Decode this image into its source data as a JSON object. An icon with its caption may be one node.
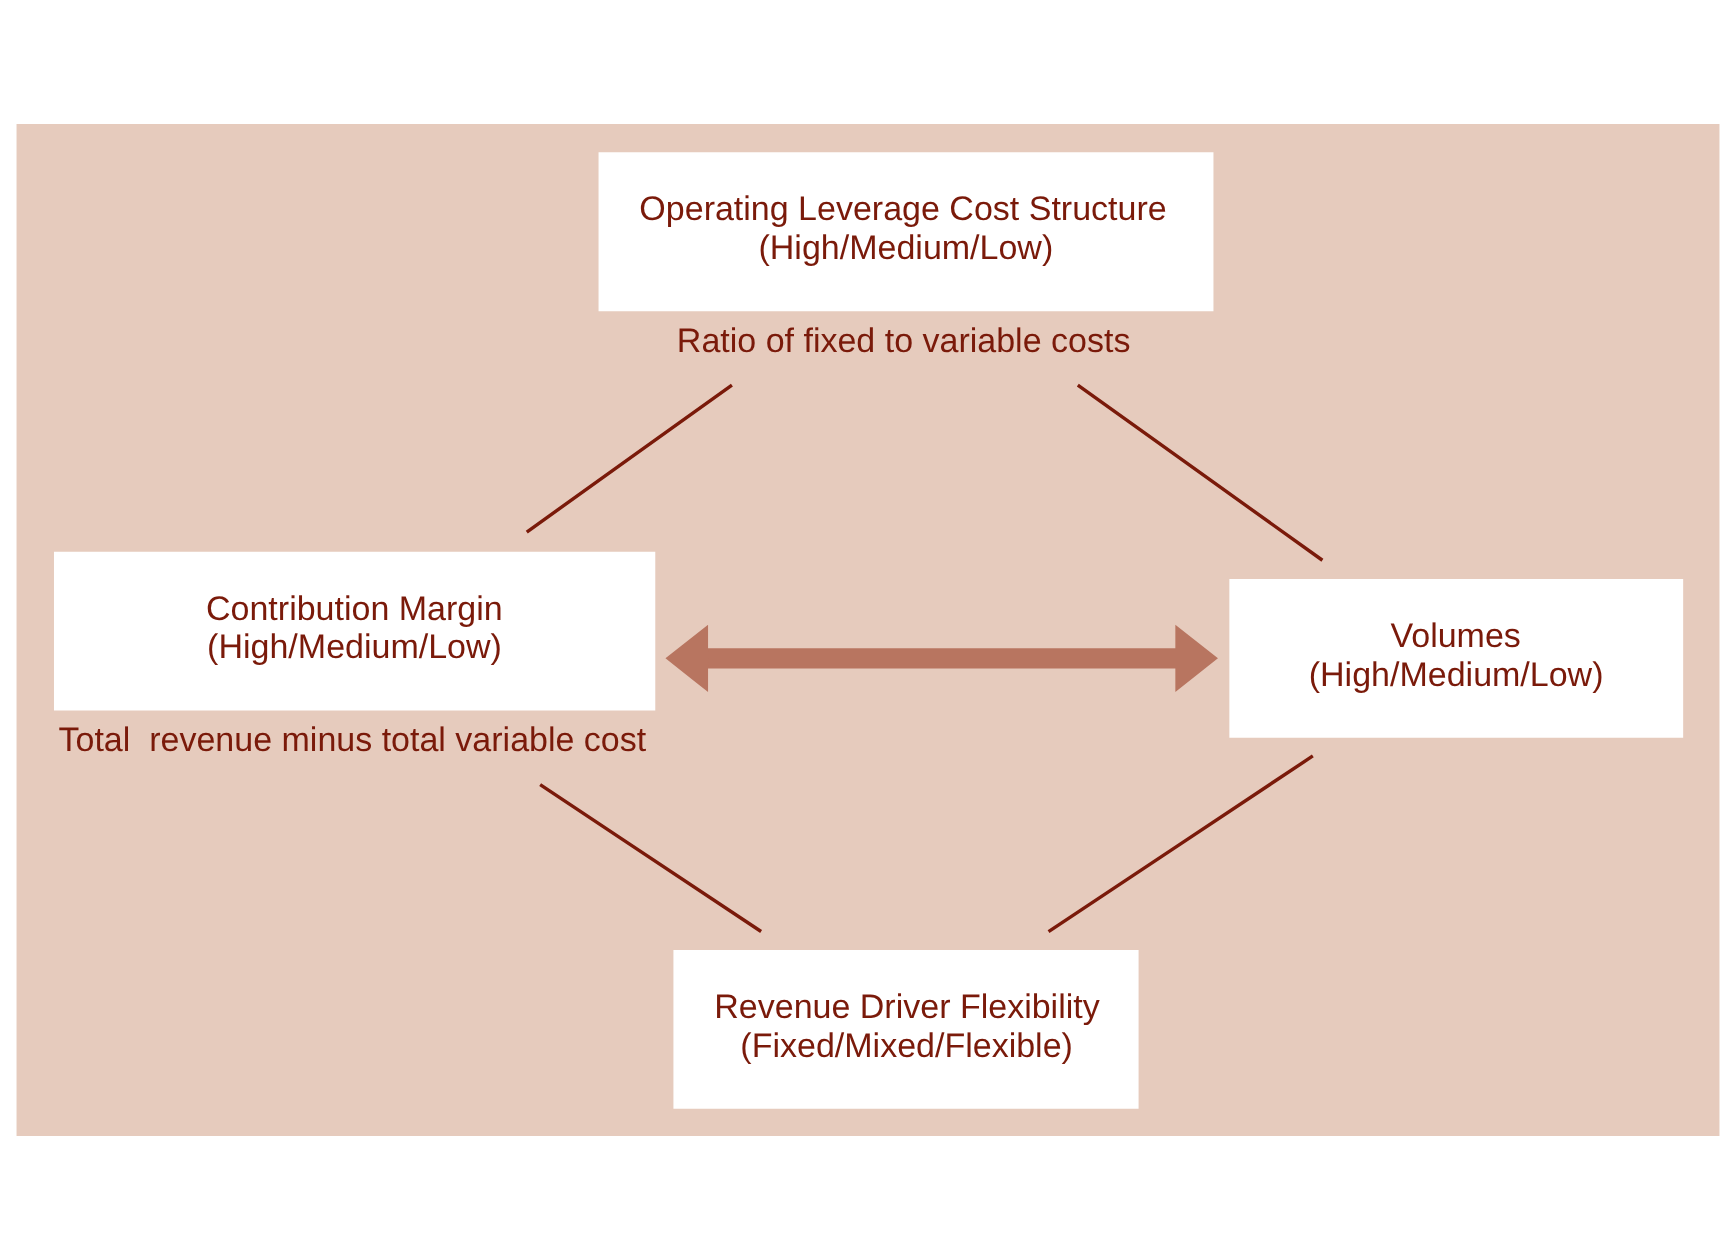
{
  "diagram": {
    "nodes": [
      {
        "text": [
          "Operating Leverage Cost Structure",
          "(High/Medium/Low)"
        ],
        "beside": [
          "Ratio of fixed to variable costs"
        ]
      },
      {
        "text": [
          "Contribution Margin",
          "(High/Medium/Low)"
        ],
        "beside": [
          "Total  revenue minus total variable cost"
        ]
      },
      {
        "text": [
          "Volumes",
          "(High/Medium/Low)"
        ]
      },
      {
        "text": [
          "Revenue Driver Flexibility",
          "(Fixed/Mixed/Flexible)"
        ]
      }
    ],
    "edges": [
      {
        "from": 0,
        "to": 1,
        "arrow": "none"
      },
      {
        "from": 0,
        "to": 2,
        "arrow": "none"
      },
      {
        "from": 1,
        "to": 2,
        "arrow": "both",
        "style": "thick",
        "color": "#b87560"
      },
      {
        "from": 1,
        "to": 3,
        "arrow": "none"
      },
      {
        "from": 2,
        "to": 3,
        "arrow": "none"
      }
    ]
  }
}
